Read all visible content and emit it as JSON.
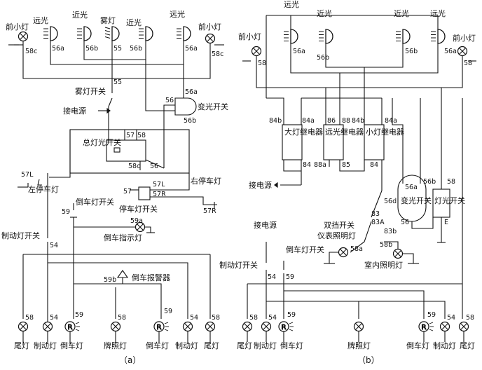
{
  "left": {
    "caption": "（a）",
    "front_lamp_left": "前小灯",
    "front_lamp_right": "前小灯",
    "far_left": "远光",
    "near_left": "近光",
    "fog_lamp": "雾灯",
    "near_right": "近光",
    "far_right": "远光",
    "pin_58c_l": "58c",
    "pin_56a_l": "56a",
    "pin_56b_l": "56b",
    "pin_55": "55",
    "pin_56b_r": "56b",
    "pin_56a_r": "56a",
    "pin_58c_r": "58c",
    "pin_55_sw": "55",
    "fog_switch": "雾灯开关",
    "power": "接电源",
    "dimmer_switch": "变光开关",
    "pin_56": "56",
    "pin_56a_sw": "56a",
    "pin_56b_sw": "56b",
    "main_switch": "总灯光开关",
    "pin_57": "57",
    "pin_58": "58",
    "pin_58c_sw": "58c",
    "pin_56_sw": "56",
    "pin_57L": "57L",
    "left_park": "左停车灯",
    "right_park": "右停车灯",
    "park_switch": "停车灯开关",
    "pin_57_ps": "57",
    "pin_57L_ps": "57L",
    "pin_57R_ps": "57R",
    "pin_57R": "57R",
    "reverse_switch": "倒车灯开关",
    "pin_59_sw": "59",
    "pin_59a": "59a",
    "reverse_indicator": "倒车指示灯",
    "brake_switch": "制动灯开关",
    "pin_54_sw": "54",
    "pin_59b": "59b",
    "reverse_alarm": "倒车报警器",
    "bottom_pins": [
      "58",
      "54",
      "59",
      "58",
      "59",
      "54",
      "58"
    ],
    "bottom_labels": [
      "尾灯",
      "制动灯",
      "倒车灯",
      "牌照灯",
      "倒车灯",
      "制动灯",
      "尾灯"
    ]
  },
  "right": {
    "caption": "（b）",
    "far_top": "远光",
    "near_l": "近光",
    "near_r": "近光",
    "far_r": "远光",
    "front_lamp_left": "前小灯",
    "front_lamp_right": "前小灯",
    "pin_58_l": "58",
    "pin_56a_l": "56a",
    "pin_56b_l": "56b",
    "pin_56b_r": "56b",
    "pin_56a_r": "56a",
    "pin_58_r": "58",
    "relay1": "大灯继电器",
    "relay2": "远光继电器",
    "relay3": "小灯继电器",
    "r1_84b": "84b",
    "r1_84a": "84a",
    "r1_84": "84",
    "r2_86": "86",
    "r2_88": "88",
    "r2_88a": "88a",
    "r2_85": "85",
    "r3_84b": "84b",
    "r3_84a": "84a",
    "r3_84": "84",
    "power": "接电源",
    "dimmer_switch": "变光开关",
    "light_switch": "灯光开关",
    "pin_56a_d": "56a",
    "pin_56d": "56d",
    "pin_56b_d": "56b",
    "pin_58_ls": "58",
    "pin_56_d": "56",
    "pin_E": "E",
    "dual_switch": "双挡开关",
    "instrument_lamp": "仪表照明灯",
    "pin_83": "83",
    "pin_83A": "83A",
    "pin_83b": "83b",
    "pin_58a": "58a",
    "pin_58b": "58b",
    "interior_lamp": "室内照明灯",
    "power2": "接电源",
    "reverse_switch": "倒车灯开关",
    "brake_switch": "制动灯开关",
    "pin_54_sw": "54",
    "pin_59_sw": "59",
    "bottom_pins": [
      "58",
      "54",
      "59",
      "59",
      "54",
      "58"
    ],
    "bottom_labels": [
      "尾灯",
      "制动灯",
      "倒车灯",
      "牌照灯",
      "倒车灯",
      "制动灯",
      "尾灯"
    ]
  }
}
